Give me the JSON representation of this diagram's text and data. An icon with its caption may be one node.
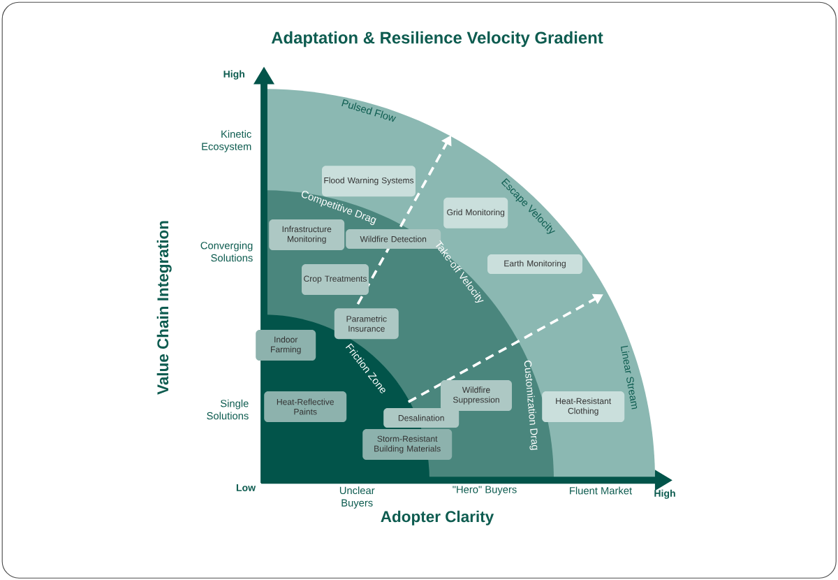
{
  "diagram": {
    "title": "Adaptation & Resilience Velocity Gradient",
    "nodes": [
      {
        "text": [
          "Flood Warning Systems"
        ]
      },
      {
        "text": [
          "Grid Monitoring"
        ]
      },
      {
        "text": [
          "Infrastructure Monitoring"
        ]
      },
      {
        "text": [
          "Wildfire Detection"
        ]
      },
      {
        "text": [
          "Earth Monitoring"
        ]
      },
      {
        "text": [
          "Crop Treatments"
        ]
      },
      {
        "text": [
          "Parametric Insurance"
        ]
      },
      {
        "text": [
          "Indoor Farming"
        ]
      },
      {
        "text": [
          "Heat-Reflective Paints"
        ]
      },
      {
        "text": [
          "Wildfire Suppression"
        ]
      },
      {
        "text": [
          "Heat-Resistant Clothing"
        ]
      },
      {
        "text": [
          "Desalination"
        ]
      },
      {
        "text": [
          "Storm-Resistant Building Materials"
        ]
      }
    ],
    "labels": [
      "High",
      "Kinetic Ecosystem",
      "Pulsed Flow",
      "Competitive Drag",
      "Escape Velocity",
      "Value Chain Integration",
      "Converging Solutions",
      "Take-off Velocity",
      "Friction Zone",
      "Linear Stream",
      "Customization Drag",
      "Single Solutions",
      "Low",
      "Unclear Buyers",
      "\"Hero\" Buyers",
      "Fluent Market",
      "High",
      "Adopter Clarity"
    ]
  }
}
